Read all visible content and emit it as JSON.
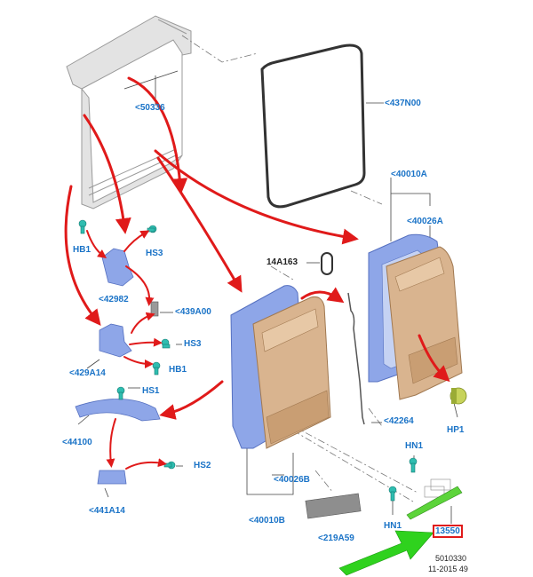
{
  "colors": {
    "label": "#1a73c7",
    "arrow": "#e01a1a",
    "highlight_arrow": "#2fd21e",
    "door_panel": "#d9b48f",
    "door_frame": "#8ea6e8",
    "fastener": "#2fbdb0",
    "seal": "#333333",
    "body_frame": "#d8d8d8"
  },
  "labels": {
    "p50336": "<50336",
    "p437n00": "<437N00",
    "p40010a": "<40010A",
    "p40026a": "<40026A",
    "p14a163": "14A163",
    "hb1_top": "HB1",
    "hs3_top": "HS3",
    "p42982": "<42982",
    "p439a00": "<439A00",
    "hs3_mid": "HS3",
    "p429a14": "<429A14",
    "hb1_mid": "HB1",
    "hs1": "HS1",
    "p44100": "<44100",
    "hs2": "HS2",
    "p441a14": "<441A14",
    "p40026b": "<40026B",
    "p40010b": "<40010B",
    "p42264": "<42264",
    "hp1": "HP1",
    "hn1_top": "HN1",
    "hn1_bottom": "HN1",
    "p219a59": "<219A59",
    "p13550": "13550"
  },
  "footer": {
    "drawing_number": "5010330",
    "date_code": "11-2015 49"
  }
}
